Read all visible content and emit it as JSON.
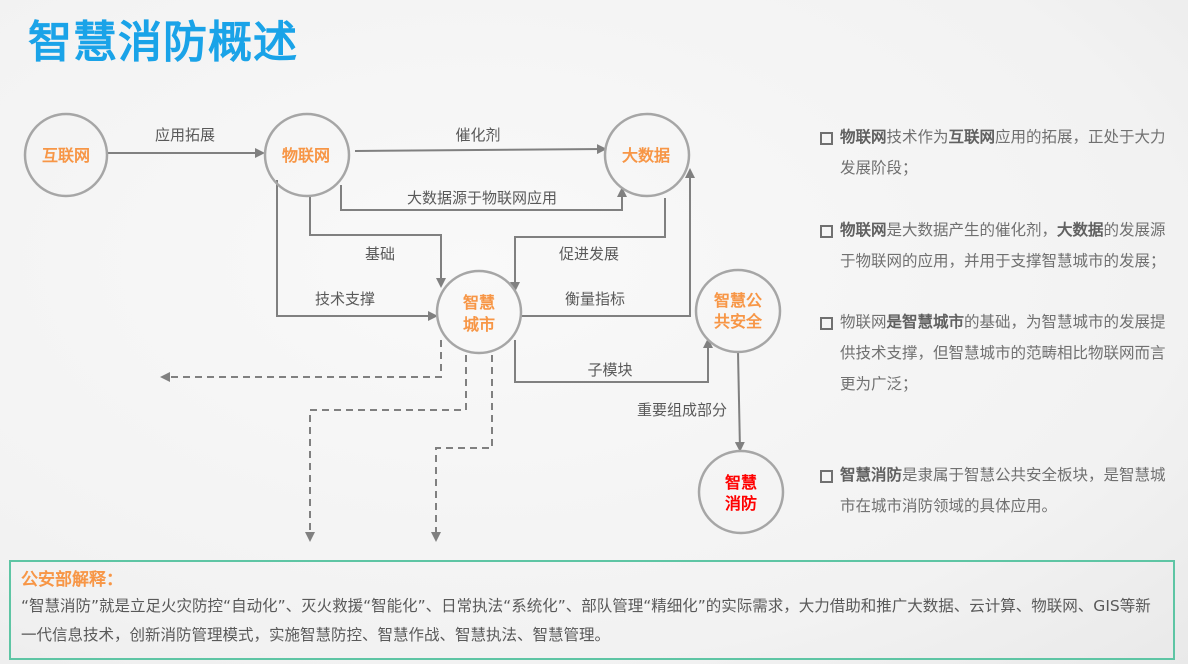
{
  "title": "智慧消防概述",
  "nodes": {
    "internet": "互联网",
    "iot": "物联网",
    "bigdata": "大数据",
    "city1": "智慧",
    "city2": "城市",
    "safety1": "智慧公",
    "safety2": "共安全",
    "fire1": "智慧",
    "fire2": "消防"
  },
  "edges": {
    "app_ext": "应用拓展",
    "catalyst": "催化剂",
    "source": "大数据源于物联网应用",
    "basis": "基础",
    "promote": "促进发展",
    "tech": "技术支撑",
    "measure": "衡量指标",
    "submodule": "子模块",
    "component": "重要组成部分"
  },
  "bullets": [
    {
      "b1": "物联网",
      "t1": "技术作为",
      "b2": "互联网",
      "t2": "应用的拓展，正处于大力发展阶段；"
    },
    {
      "b1": "物联网",
      "t1": "是大数据产生的催化剂，",
      "b2": "大数据",
      "t2": "的发展源于物联网的应用，并用于支撑智慧城市的发展；"
    },
    {
      "t0": "物联网",
      "b1": "是智慧城市",
      "t1": "的基础，为智慧城市的发展提供技术支撑，但智慧城市的范畴相比物联网而言更为广泛；"
    },
    {
      "b1": "智慧消防",
      "t1": "是隶属于智慧公共安全板块，是智慧城市在城市消防领域的具体应用。"
    }
  ],
  "explain": {
    "title": "公安部解释：",
    "text": "“智慧消防”就是立足火灾防控“自动化”、灭火救援“智能化”、日常执法“系统化”、部队管理“精细化”的实际需求，大力借助和推广大数据、云计算、物联网、GIS等新一代信息技术，创新消防管理模式，实施智慧防控、智慧作战、智慧执法、智慧管理。"
  }
}
